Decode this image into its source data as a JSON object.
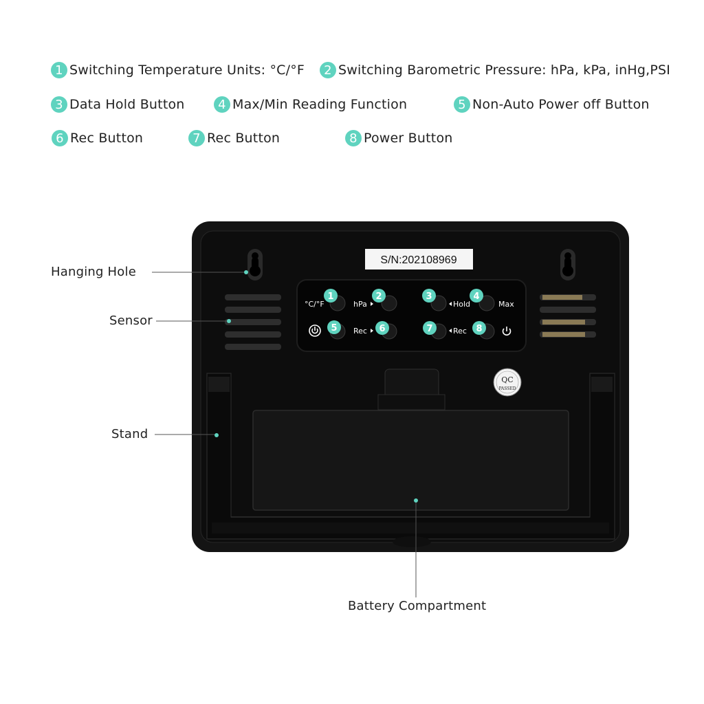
{
  "legend": [
    {
      "num": "1",
      "text": "Switching Temperature Units: °C/°F"
    },
    {
      "num": "2",
      "text": "Switching Barometric Pressure: hPa, kPa, inHg,PSI"
    },
    {
      "num": "3",
      "text": "Data Hold Button"
    },
    {
      "num": "4",
      "text": "Max/Min Reading Function"
    },
    {
      "num": "5",
      "text": "Non-Auto Power off Button"
    },
    {
      "num": "6",
      "text": "Rec Button"
    },
    {
      "num": "7",
      "text": "Rec Button"
    },
    {
      "num": "8",
      "text": "Power Button"
    }
  ],
  "callouts": {
    "hanging_hole": "Hanging Hole",
    "sensor": "Sensor",
    "stand": "Stand",
    "battery": "Battery Compartment"
  },
  "device": {
    "serial": "S/N:202108969",
    "qc_top": "QC",
    "qc_bottom": "PASSED",
    "button_labels": {
      "temp": "°C/°F",
      "hpa": "hPa",
      "hold": "Hold",
      "max": "Max",
      "rec1": "Rec",
      "rec2": "Rec"
    },
    "badges": [
      "1",
      "2",
      "3",
      "4",
      "5",
      "6",
      "7",
      "8"
    ]
  },
  "colors": {
    "accent": "#5fd3bf",
    "device_body": "#141414",
    "panel": "#050505"
  }
}
